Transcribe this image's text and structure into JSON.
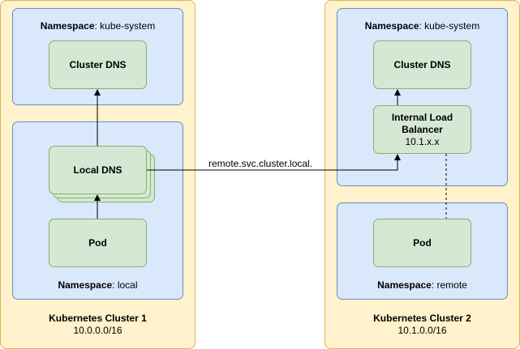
{
  "cluster1": {
    "title": "Kubernetes Cluster 1",
    "cidr": "10.0.0.0/16",
    "namespace_top": {
      "key": "Namespace",
      "value": ": kube-system"
    },
    "namespace_bottom": {
      "key": "Namespace",
      "value": ": local"
    },
    "cluster_dns": "Cluster DNS",
    "local_dns": "Local DNS",
    "pod": "Pod"
  },
  "cluster2": {
    "title": "Kubernetes Cluster 2",
    "cidr": "10.1.0.0/16",
    "namespace_top": {
      "key": "Namespace",
      "value": ": kube-system"
    },
    "namespace_bottom": {
      "key": "Namespace",
      "value": ": remote"
    },
    "cluster_dns": "Cluster DNS",
    "ilb_line1": "Internal Load",
    "ilb_line2": "Balancer",
    "ilb_ip": "10.1.x.x",
    "pod": "Pod"
  },
  "connection_label": "remote.svc.cluster.local.",
  "colors": {
    "cluster_fill": "#fff2cc",
    "cluster_stroke": "#d6b656",
    "namespace_fill": "#dae8fc",
    "namespace_stroke": "#6c8ebf",
    "node_fill": "#d5e8d4",
    "node_stroke": "#82b366"
  }
}
